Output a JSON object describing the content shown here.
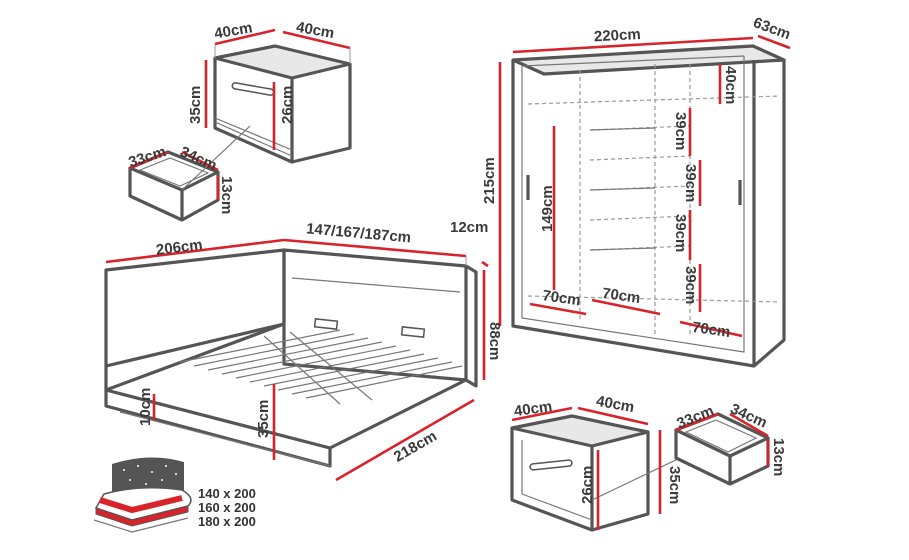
{
  "nightstand_top": {
    "width": "40cm",
    "depth": "40cm",
    "height": "35cm",
    "drawer_height": "26cm"
  },
  "drawer_top": {
    "width": "33cm",
    "depth": "34cm",
    "height": "13cm"
  },
  "wardrobe": {
    "width": "220cm",
    "depth": "63cm",
    "height": "215cm",
    "top_shelf": "40cm",
    "shelf_1": "39cm",
    "shelf_2": "39cm",
    "shelf_3": "39cm",
    "shelf_4": "39cm",
    "hanging": "149cm",
    "bottom_left": "70cm",
    "bottom_mid": "70cm",
    "bottom_right": "70cm"
  },
  "bed": {
    "length": "206cm",
    "widths": "147/167/187cm",
    "headboard_depth": "12cm",
    "headboard_height": "88cm",
    "leg_height": "10cm",
    "frame_height": "35cm",
    "total_length": "218cm"
  },
  "mattress": {
    "sizes": [
      "140 x 200",
      "160 x 200",
      "180 x 200"
    ]
  },
  "nightstand_bottom": {
    "width": "40cm",
    "depth": "40cm",
    "height": "35cm",
    "drawer_height": "26cm"
  },
  "drawer_bottom": {
    "width": "33cm",
    "depth": "34cm",
    "height": "13cm"
  }
}
